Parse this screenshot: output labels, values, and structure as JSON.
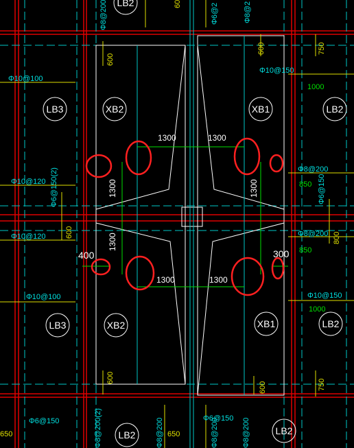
{
  "slab_labels": {
    "lb3_top": "LB3",
    "xb2_top": "XB2",
    "xb1_top": "XB1",
    "lb2_top": "LB2",
    "lb3_bottom": "LB3",
    "xb2_bottom": "XB2",
    "xb1_bottom": "XB1",
    "lb2_bottom": "LB2",
    "lb2_top_left": "LB2",
    "lb2_bottom_left": "LB2",
    "lb2_bottom_right": "LB2"
  },
  "dimensions": {
    "d1300_tl": "1300",
    "d1300_tr": "1300",
    "d1300_lv_top": "1300",
    "d1300_rv_top": "1300",
    "d1300_lv_bot": "1300",
    "d1300_bl": "1300",
    "d1300_br": "1300",
    "d400": "400",
    "d300": "300"
  },
  "rebar": {
    "phi10_100_top": "Φ10@100",
    "phi10_120_top": "Φ10@120",
    "phi10_120_mid": "Φ10@120",
    "phi10_100_bot": "Φ10@100",
    "phi10_150_top": "Φ10@150",
    "phi10_150_bot": "Φ10@150",
    "phi8_200_top": "Φ8@200",
    "phi8_200_mid": "Φ8@200",
    "phi6_150_left": "Φ6@150",
    "phi6_150_right": "Φ6@150",
    "phi6_150_vert": "Φ6@150",
    "phi6_150_2_vert": "Φ6@150(2)",
    "phi8_200_2_top": "Φ8@200(2)",
    "phi8_200_2_bot": "Φ8@200(2)",
    "phi8_200_v1": "Φ8@200",
    "phi8_200_v2": "Φ8@200",
    "phi8_200_v3": "Φ8@200",
    "phi6_2_top": "Φ6@2",
    "phi8_top_right": "Φ8@2"
  },
  "lengths": {
    "n600_a": "600",
    "n600_b": "600",
    "n600_c": "600",
    "n600_d": "600",
    "n600_e": "600",
    "n600_f": "600",
    "n750_a": "750",
    "n750_b": "750",
    "n1000_a": "1000",
    "n1000_b": "1000",
    "n850_a": "850",
    "n850_b": "850",
    "n800": "800",
    "n650": "650",
    "n650_b": "650"
  },
  "colors": {
    "background": "#000000",
    "beam_red": "#e00000",
    "dash_cyan": "#00c8c8",
    "rebar_yellow": "#e0e000",
    "dim_green": "#00e000",
    "highlight_circle": "#ff2020"
  }
}
